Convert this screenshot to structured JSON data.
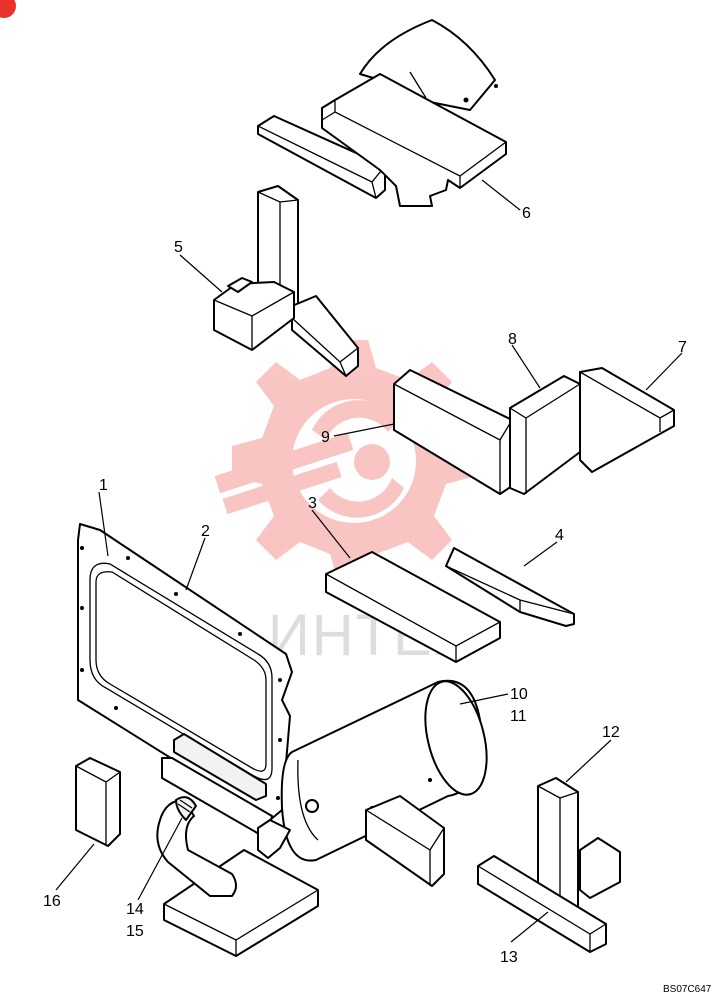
{
  "diagram": {
    "callouts": [
      {
        "id": "c1",
        "label": "1"
      },
      {
        "id": "c2",
        "label": "2"
      },
      {
        "id": "c3",
        "label": "3"
      },
      {
        "id": "c4",
        "label": "4"
      },
      {
        "id": "c5",
        "label": "5"
      },
      {
        "id": "c6",
        "label": "6"
      },
      {
        "id": "c7",
        "label": "7"
      },
      {
        "id": "c8",
        "label": "8"
      },
      {
        "id": "c9",
        "label": "9"
      },
      {
        "id": "c10",
        "label": "10"
      },
      {
        "id": "c11",
        "label": "11"
      },
      {
        "id": "c12",
        "label": "12"
      },
      {
        "id": "c13",
        "label": "13"
      },
      {
        "id": "c14",
        "label": "14"
      },
      {
        "id": "c15",
        "label": "15"
      },
      {
        "id": "c16",
        "label": "16"
      }
    ],
    "drawing_code": "BS07C647"
  },
  "watermark": {
    "text": "ИНТЕХ",
    "color": "#e8322b"
  }
}
